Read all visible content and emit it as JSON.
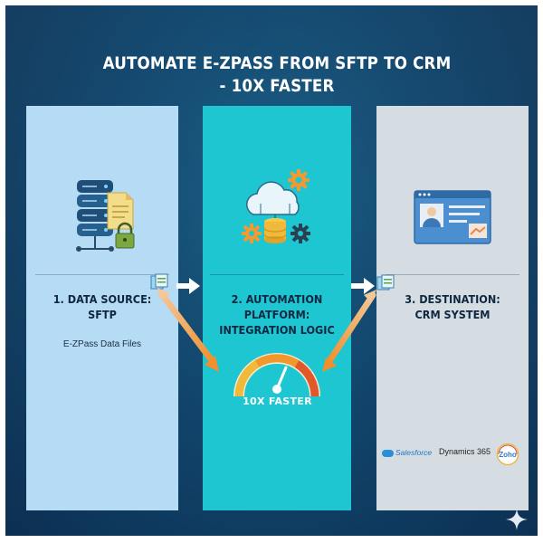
{
  "title": {
    "line1": "AUTOMATE E-ZPASS FROM SFTP TO CRM",
    "line2": "- 10X FASTER"
  },
  "panels": [
    {
      "label_line1": "1. DATA SOURCE:",
      "label_line2": "SFTP",
      "subtext": "E-ZPass Data Files",
      "icon": "server-lock-icon",
      "color": "#b6dbf4"
    },
    {
      "label_line1": "2. AUTOMATION PLATFORM:",
      "label_line2": "INTEGRATION LOGIC",
      "icon": "cloud-gears-database-icon",
      "color": "#1ec6d2"
    },
    {
      "label_line1": "3. DESTINATION:",
      "label_line2": "CRM SYSTEM",
      "icon": "crm-profile-card-icon",
      "color": "#d5dde3"
    }
  ],
  "speedometer": {
    "label": "10X FASTER",
    "icon": "speedometer-icon"
  },
  "crm_logos": {
    "salesforce": "Salesforce",
    "dynamics": "Dynamics 365",
    "zoho": "Zoho"
  },
  "colors": {
    "background": "#12466d",
    "arrow_orange": "#f0a34a",
    "arrow_white": "#ffffff"
  }
}
